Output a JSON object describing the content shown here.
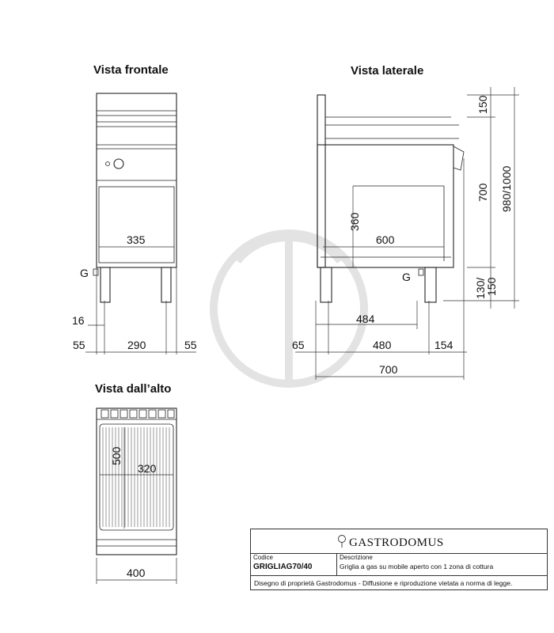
{
  "views": {
    "front_title": "Vista frontale",
    "side_title": "Vista laterale",
    "top_title": "Vista dall’alto"
  },
  "front_dims": {
    "inner_width": "335",
    "gas": "G",
    "foot_offset": "16",
    "left": "55",
    "center": "290",
    "right": "55"
  },
  "side_dims": {
    "height_360": "360",
    "width_600": "600",
    "gas": "G",
    "foot_span": "484",
    "left": "65",
    "center": "480",
    "right": "154",
    "total_depth": "700",
    "top_150": "150",
    "mid_700": "700",
    "bottom_130_150": "130/\n150",
    "bottom_a": "130/",
    "bottom_b": "150",
    "overall": "980/1000"
  },
  "top_dims": {
    "depth": "500",
    "width_inner": "320",
    "width_total": "400"
  },
  "title_block": {
    "brand": "GASTRODOMUS",
    "code_label": "Codice",
    "code": "GRIGLIAG70/40",
    "desc_label": "Descrizione",
    "description": "Griglia a gas su mobile aperto con 1 zona di cottura",
    "footer": "Disegno di proprietà Gastrodomus - Diffusione e riproduzione vietata a norma di legge."
  }
}
